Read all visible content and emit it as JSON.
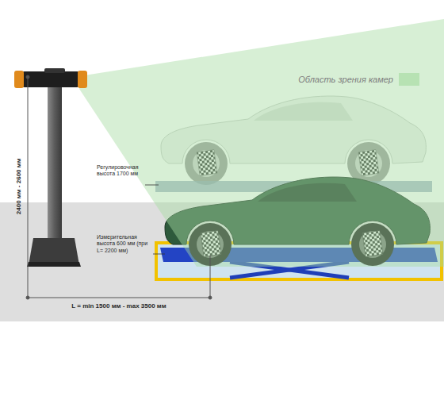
{
  "diagram": {
    "labels": [
      "2400 мм - 2600 мм",
      "Регулировочная высота 1700 мм",
      "Измерительная высота 600 мм (при L= 2200 мм)",
      "L = min 1500 мм - max 3500 мм"
    ],
    "legend": [
      {
        "text": "Область зрения камер",
        "color": "#b7e2b3"
      }
    ]
  }
}
